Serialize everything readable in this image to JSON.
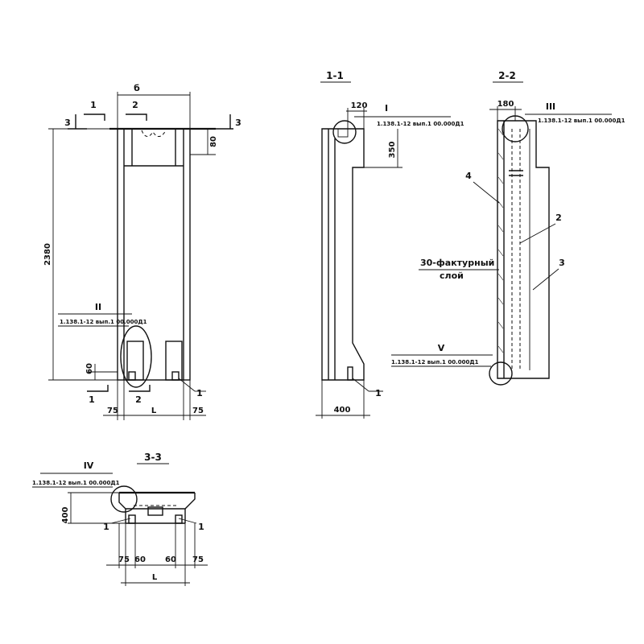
{
  "sections": {
    "s11": "1-1",
    "s22": "2-2",
    "s33": "3-3"
  },
  "cut_marks": {
    "c1": "1",
    "c2": "2",
    "c3": "3",
    "b": "б"
  },
  "dimensions": {
    "height": "2380",
    "d80": "80",
    "d60v": "60",
    "d75": "75",
    "L": "L",
    "d400": "400",
    "d120": "120",
    "d350": "350",
    "d180": "180",
    "d60": "60"
  },
  "callouts": {
    "roman_I": "I",
    "roman_II": "II",
    "roman_III": "III",
    "roman_IV": "IV",
    "roman_V": "V",
    "ref": "1.138.1-12 вып.1 00.000Д1"
  },
  "labels": {
    "p1": "1",
    "p2": "2",
    "p3": "3",
    "p4": "4",
    "layer_line1": "30-фактурный",
    "layer_line2": "слой"
  }
}
